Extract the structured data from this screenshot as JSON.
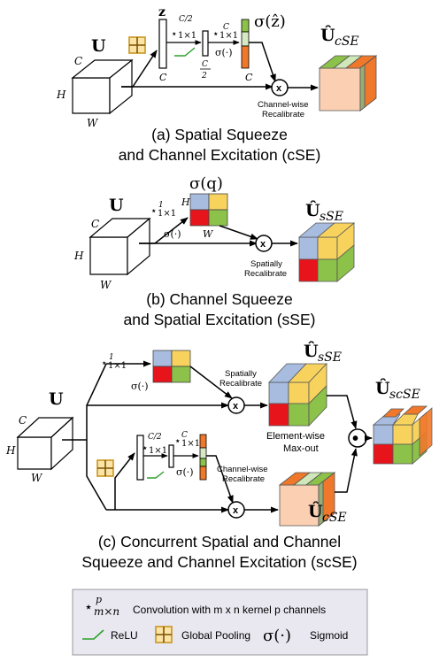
{
  "colors": {
    "blue": "#a8bce0",
    "yellow": "#f7d35e",
    "red": "#e8141c",
    "green": "#8cc14a",
    "orange": "#f0782a",
    "peach": "#fbcfb2",
    "lightgreen": "#cfe7b9",
    "olive": "#96ad78",
    "relu": "#2ca02c",
    "gp_fill": "#fce4a8",
    "legend_bg": "#e9e8f1"
  },
  "panel_a": {
    "input_label": "U",
    "dim_c": "C",
    "dim_h": "H",
    "dim_w": "W",
    "z_label": "z",
    "conv1_sub": "1×1",
    "conv1_sup": "C/2",
    "fc_label_top": "C",
    "fc_label_bottom": "2",
    "conv2_sub": "1×1",
    "conv2_sup": "C",
    "sigma_label": "σ(·)",
    "c_label1": "C",
    "c_label2": "C",
    "sigma_z": "σ(ẑ)",
    "multiply": "x",
    "recal_line1": "Channel-wise",
    "recal_line2": "Recalibrate",
    "output_label": "Û",
    "output_sub": "cSE",
    "caption_line1": "(a) Spatial Squeeze",
    "caption_line2": "and Channel Excitation (cSE)"
  },
  "panel_b": {
    "input_label": "U",
    "dim_c": "C",
    "dim_h": "H",
    "dim_w": "W",
    "conv_sub": "1×1",
    "conv_sup": "1",
    "sigma_label": "σ(·)",
    "sigma_q": "σ(q)",
    "map_h": "H",
    "map_w": "W",
    "multiply": "x",
    "recal_line1": "Spatially",
    "recal_line2": "Recalibrate",
    "output_label": "Û",
    "output_sub": "sSE",
    "caption_line1": "(b) Channel Squeeze",
    "caption_line2": "and Spatial Excitation (sSE)"
  },
  "panel_c": {
    "input_label": "U",
    "dim_c": "C",
    "dim_h": "H",
    "dim_w": "W",
    "conv_sub": "1×1",
    "conv_sup": "1",
    "sigma_label1": "σ(·)",
    "recal_s_line1": "Spatially",
    "recal_s_line2": "Recalibrate",
    "output_s_label": "Û",
    "output_s_sub": "sSE",
    "conv1_sub": "1×1",
    "conv1_sup": "C/2",
    "conv2_sub": "1×1",
    "conv2_sup": "C",
    "sigma_label2": "σ(·)",
    "recal_c_line1": "Channel-wise",
    "recal_c_line2": "Recalibrate",
    "output_c_label": "Û",
    "output_c_sub": "cSE",
    "maxout_line1": "Element-wise",
    "maxout_line2": "Max-out",
    "output_label": "Û",
    "output_sub": "scSE",
    "multiply1": "x",
    "multiply2": "x",
    "combine_symbol": "•",
    "caption_line1": "(c) Concurrent Spatial and Channel",
    "caption_line2": "Squeeze and Channel Excitation (scSE)"
  },
  "legend": {
    "conv_sub": "m×n",
    "conv_sup": "p",
    "conv_text": "Convolution with m x n kernel p channels",
    "relu_text": "ReLU",
    "pool_text": "Global Pooling",
    "sigma_symbol": "σ(·)",
    "sigmoid_text": "Sigmoid"
  }
}
